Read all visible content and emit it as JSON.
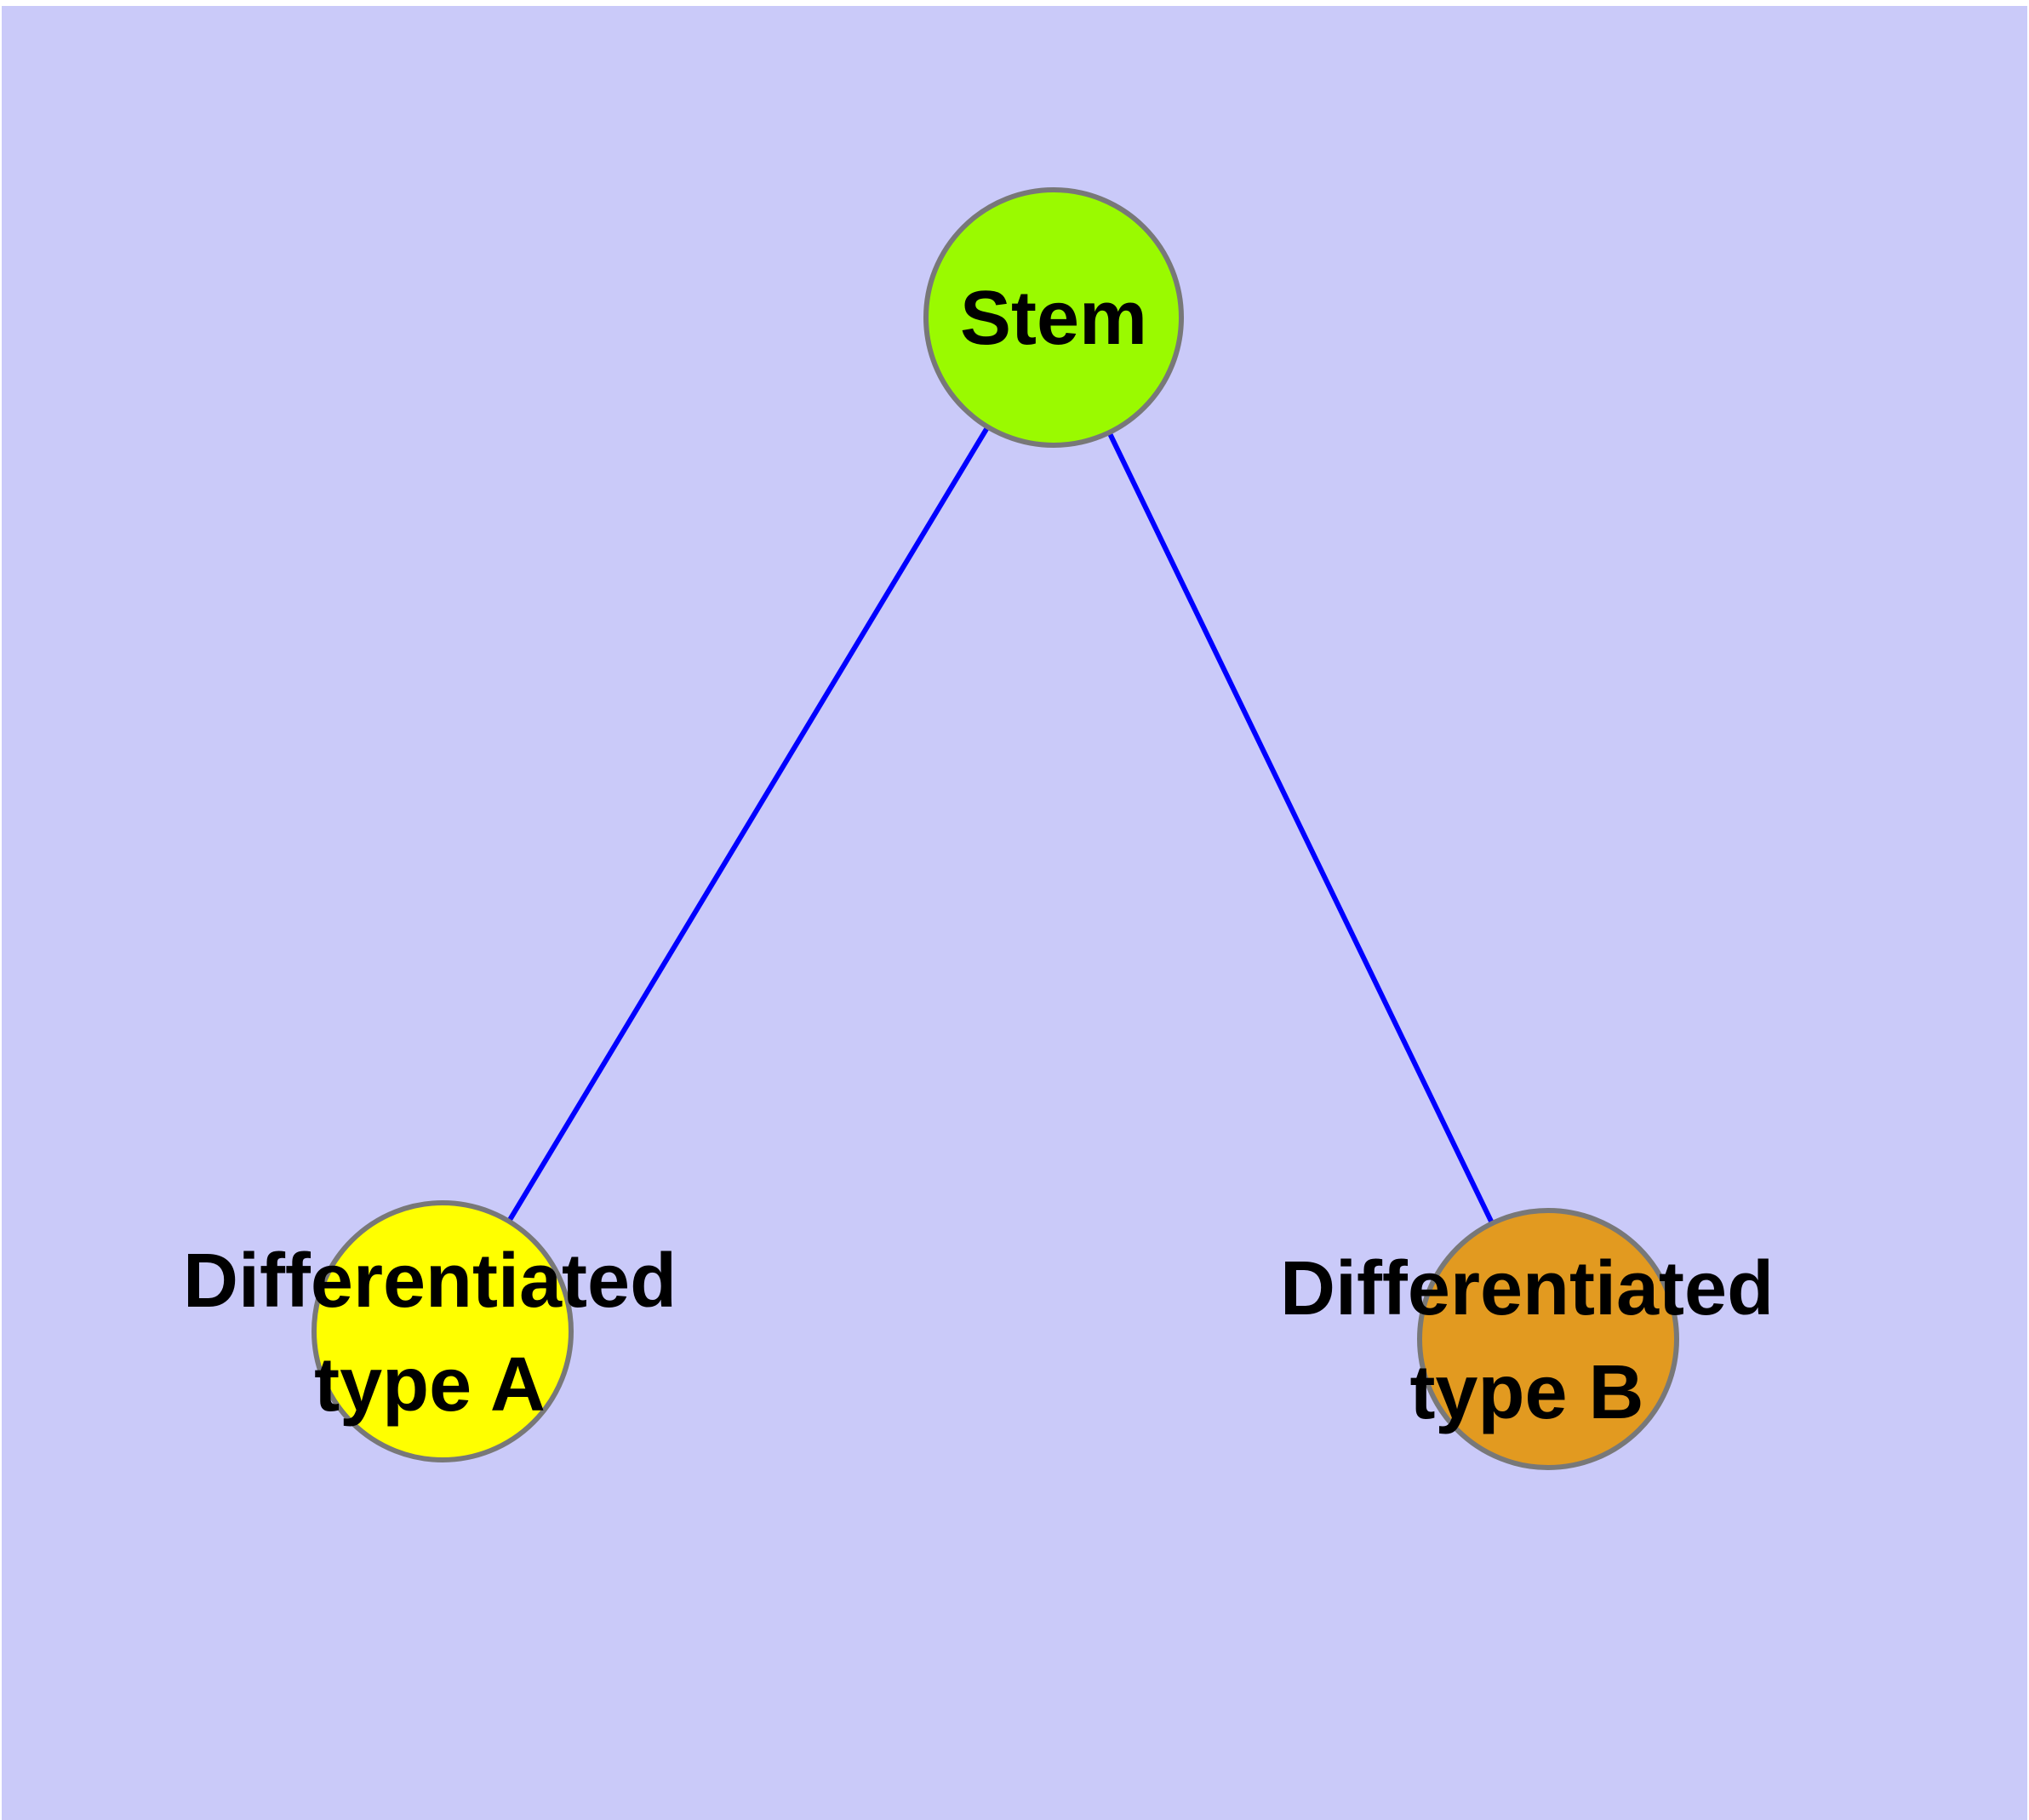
{
  "background": {
    "canvas_color": "#CACAF9",
    "page_margin_color": "#FFFFFF"
  },
  "diagram": {
    "node_border_color": "#787878",
    "edge_color": "#0000FF",
    "nodes": {
      "stem": {
        "label": "Stem",
        "fill": "#9AFA00"
      },
      "type_a": {
        "label_line1": "Differentiated",
        "label_line2": "type A",
        "fill": "#FFFF00"
      },
      "type_b": {
        "label_line1": "Differentiated",
        "label_line2": "type B",
        "fill": "#E29A20"
      }
    },
    "edges": {
      "list": [
        "Stem — Differentiated type A",
        "Stem — Differentiated type B"
      ]
    }
  }
}
